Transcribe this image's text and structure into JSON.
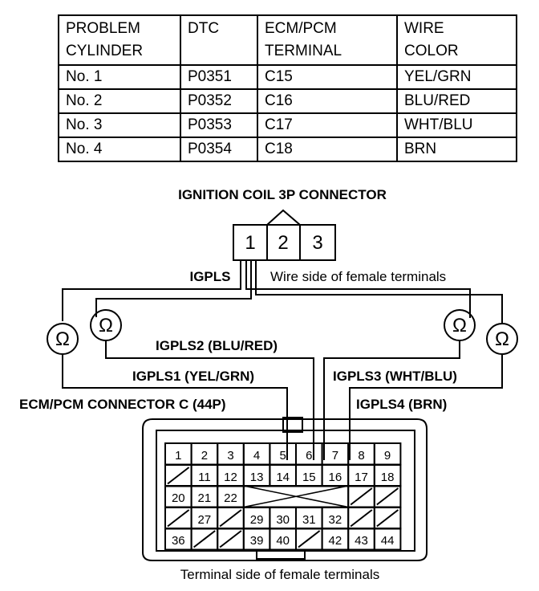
{
  "table": {
    "headers": [
      "PROBLEM\nCYLINDER",
      "DTC",
      "ECM/PCM\nTERMINAL",
      "WIRE\nCOLOR"
    ],
    "header_lines": [
      [
        "PROBLEM",
        "CYLINDER"
      ],
      [
        "DTC",
        ""
      ],
      [
        "ECM/PCM",
        "TERMINAL"
      ],
      [
        "WIRE",
        "COLOR"
      ]
    ],
    "rows": [
      [
        "No. 1",
        "P0351",
        "C15",
        "YEL/GRN"
      ],
      [
        "No. 2",
        "P0352",
        "C16",
        "BLU/RED"
      ],
      [
        "No. 3",
        "P0353",
        "C17",
        "WHT/BLU"
      ],
      [
        "No. 4",
        "P0354",
        "C18",
        "BRN"
      ]
    ]
  },
  "coil_connector": {
    "title": "IGNITION COIL 3P CONNECTOR",
    "pins": [
      "1",
      "2",
      "3"
    ],
    "wire_side_label": "Wire side of female terminals",
    "signal_label": "IGPLS"
  },
  "wires": {
    "igpls1": "IGPLS1 (YEL/GRN)",
    "igpls2": "IGPLS2 (BLU/RED)",
    "igpls3": "IGPLS3 (WHT/BLU)",
    "igpls4": "IGPLS4 (BRN)"
  },
  "ohmmeter_symbol": "Ω",
  "ecm_connector": {
    "title": "ECM/PCM CONNECTOR C (44P)",
    "row1": [
      "1",
      "2",
      "3",
      "4",
      "5",
      "6",
      "7",
      "8",
      "9"
    ],
    "row2": [
      "",
      "11",
      "12",
      "13",
      "14",
      "15",
      "16",
      "17",
      "18"
    ],
    "row3": [
      "20",
      "21",
      "22"
    ],
    "row4": [
      "",
      "27",
      "",
      "29",
      "30",
      "31",
      "32"
    ],
    "row5": [
      "36",
      "",
      "",
      "39",
      "40",
      "",
      "42",
      "43",
      "44"
    ],
    "terminal_side_label": "Terminal side of female terminals"
  }
}
